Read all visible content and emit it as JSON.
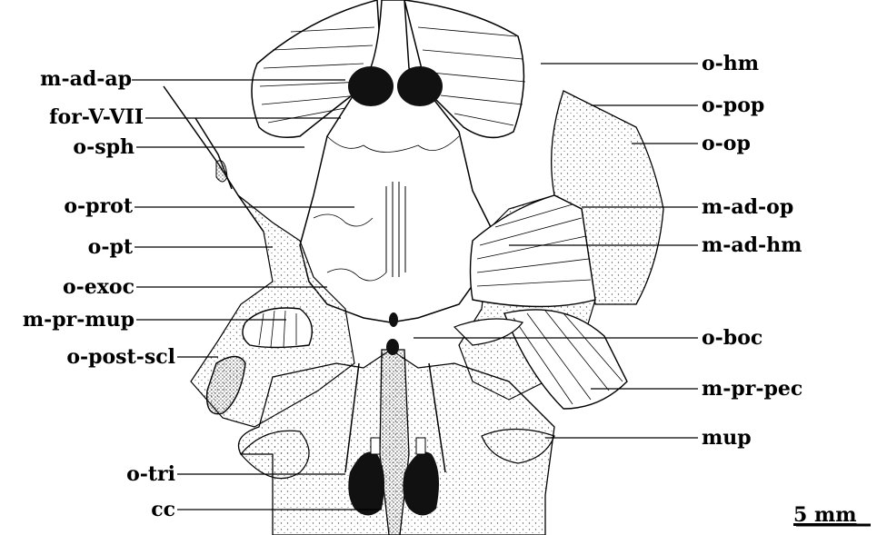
{
  "labels_left": [
    {
      "id": "m-ad-ap",
      "text": "m-ad-ap"
    },
    {
      "id": "for-V-VII",
      "text": "for-V-VII"
    },
    {
      "id": "o-sph",
      "text": "o-sph"
    },
    {
      "id": "o-prot",
      "text": "o-prot"
    },
    {
      "id": "o-pt",
      "text": "o-pt"
    },
    {
      "id": "o-exoc",
      "text": "o-exoc"
    },
    {
      "id": "m-pr-mup",
      "text": "m-pr-mup"
    },
    {
      "id": "o-post-scl",
      "text": "o-post-scl"
    },
    {
      "id": "o-tri",
      "text": "o-tri"
    },
    {
      "id": "cc",
      "text": "cc"
    }
  ],
  "labels_right": [
    {
      "id": "o-hm",
      "text": "o-hm"
    },
    {
      "id": "o-pop",
      "text": "o-pop"
    },
    {
      "id": "o-op",
      "text": "o-op"
    },
    {
      "id": "m-ad-op",
      "text": "m-ad-op"
    },
    {
      "id": "m-ad-hm",
      "text": "m-ad-hm"
    },
    {
      "id": "o-boc",
      "text": "o-boc"
    },
    {
      "id": "m-pr-pec",
      "text": "m-pr-pec"
    },
    {
      "id": "mup",
      "text": "mup"
    }
  ],
  "scale_bar": {
    "text": "5 mm"
  },
  "colors": {
    "ink": "#000000",
    "paper": "#ffffff",
    "stipple": "#7a7a7a"
  }
}
